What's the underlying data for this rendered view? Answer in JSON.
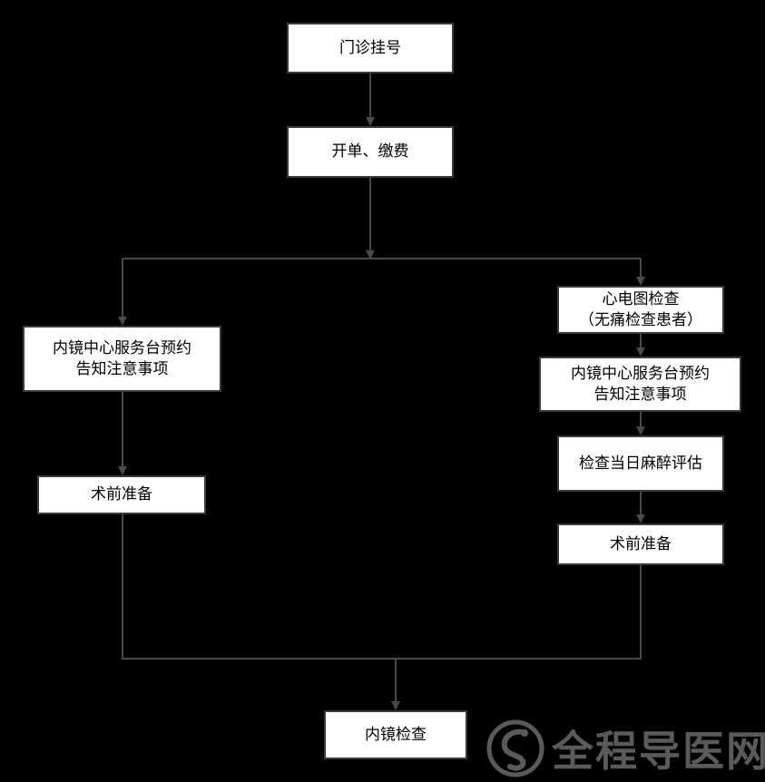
{
  "nodes": {
    "outpatient": [
      "门诊挂号"
    ],
    "billing": [
      "开单、缴费"
    ],
    "left_booking": [
      "内镜中心服务台预约",
      "告知注意事项"
    ],
    "left_prep": [
      "术前准备"
    ],
    "ecg": [
      "心电图检查",
      "（无痛检查患者）"
    ],
    "right_booking": [
      "内镜中心服务台预约",
      "告知注意事项"
    ],
    "anesthesia": [
      "检查当日麻醉评估"
    ],
    "right_prep": [
      "术前准备"
    ],
    "endoscopy": [
      "内镜检查"
    ]
  },
  "watermark": {
    "text": "全程导医网",
    "icon": "swan-logo-icon"
  },
  "colors": {
    "background": "#000000",
    "node_fill": "#ffffff",
    "node_border": "#3a3a3a",
    "connector": "#4a4a4a",
    "watermark": "#5a5a5a"
  }
}
